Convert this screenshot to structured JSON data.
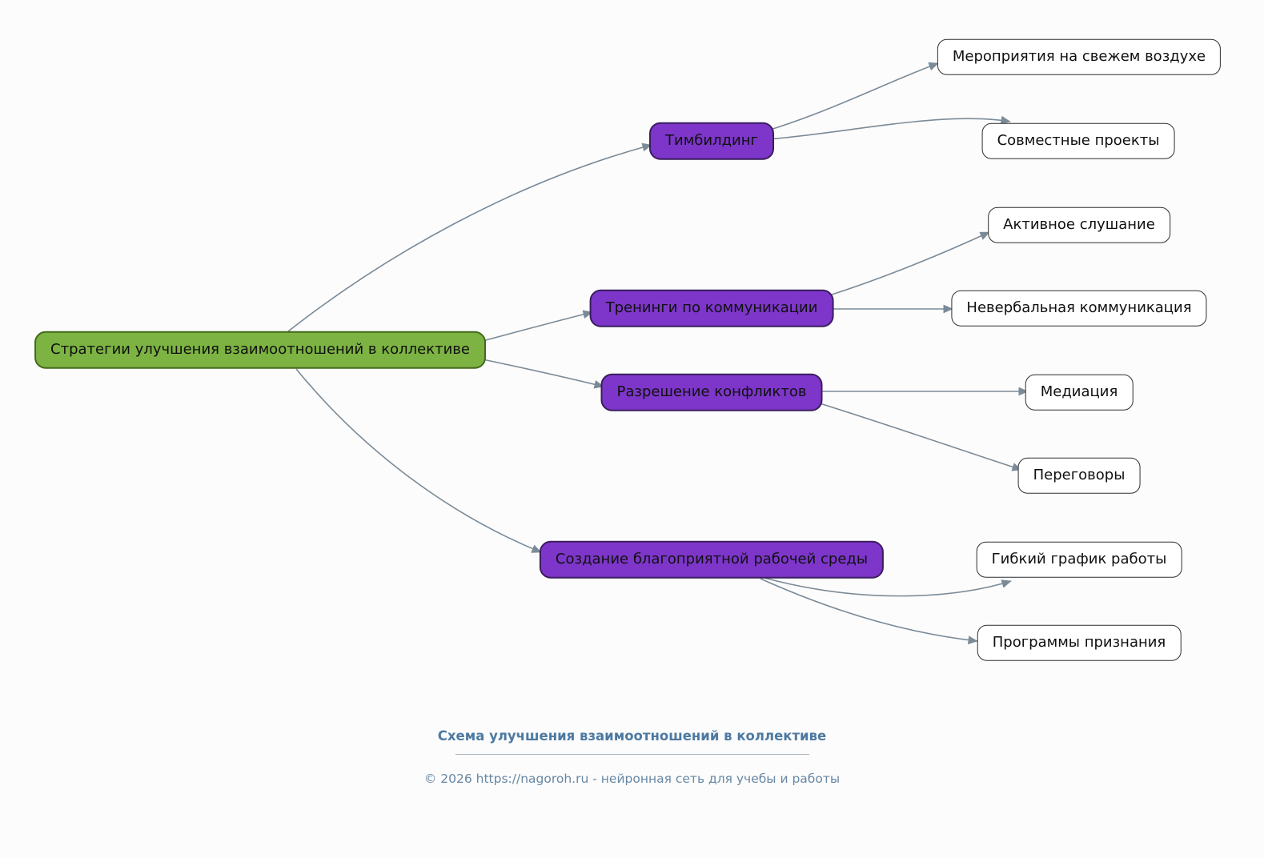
{
  "diagram": {
    "root": {
      "label": "Стратегии улучшения взаимоотношений в коллективе"
    },
    "branches": [
      {
        "label": "Тимбилдинг",
        "children": [
          {
            "label": "Мероприятия на свежем воздухе"
          },
          {
            "label": "Совместные проекты"
          }
        ]
      },
      {
        "label": "Тренинги по коммуникации",
        "children": [
          {
            "label": "Активное слушание"
          },
          {
            "label": "Невербальная коммуникация"
          }
        ]
      },
      {
        "label": "Разрешение конфликтов",
        "children": [
          {
            "label": "Медиация"
          },
          {
            "label": "Переговоры"
          }
        ]
      },
      {
        "label": "Создание благоприятной рабочей среды",
        "children": [
          {
            "label": "Гибкий график работы"
          },
          {
            "label": "Программы признания"
          }
        ]
      }
    ]
  },
  "footer": {
    "title": "Схема улучшения взаимоотношений в коллективе",
    "copyright": "© 2026 https://nagoroh.ru - нейронная сеть для учебы и работы"
  },
  "colors": {
    "background": "#fcfcfc",
    "root_fill": "#7cb342",
    "root_border": "#44691d",
    "branch_fill": "#7d36c9",
    "branch_border": "#3a1d5e",
    "leaf_fill": "#ffffff",
    "leaf_border": "#2f2f2f",
    "node_text": "#101010",
    "edge": "#7b8a97",
    "footer_title": "#4d7aa2",
    "footer_text": "#6787a5",
    "divider": "#a8b3bd"
  }
}
